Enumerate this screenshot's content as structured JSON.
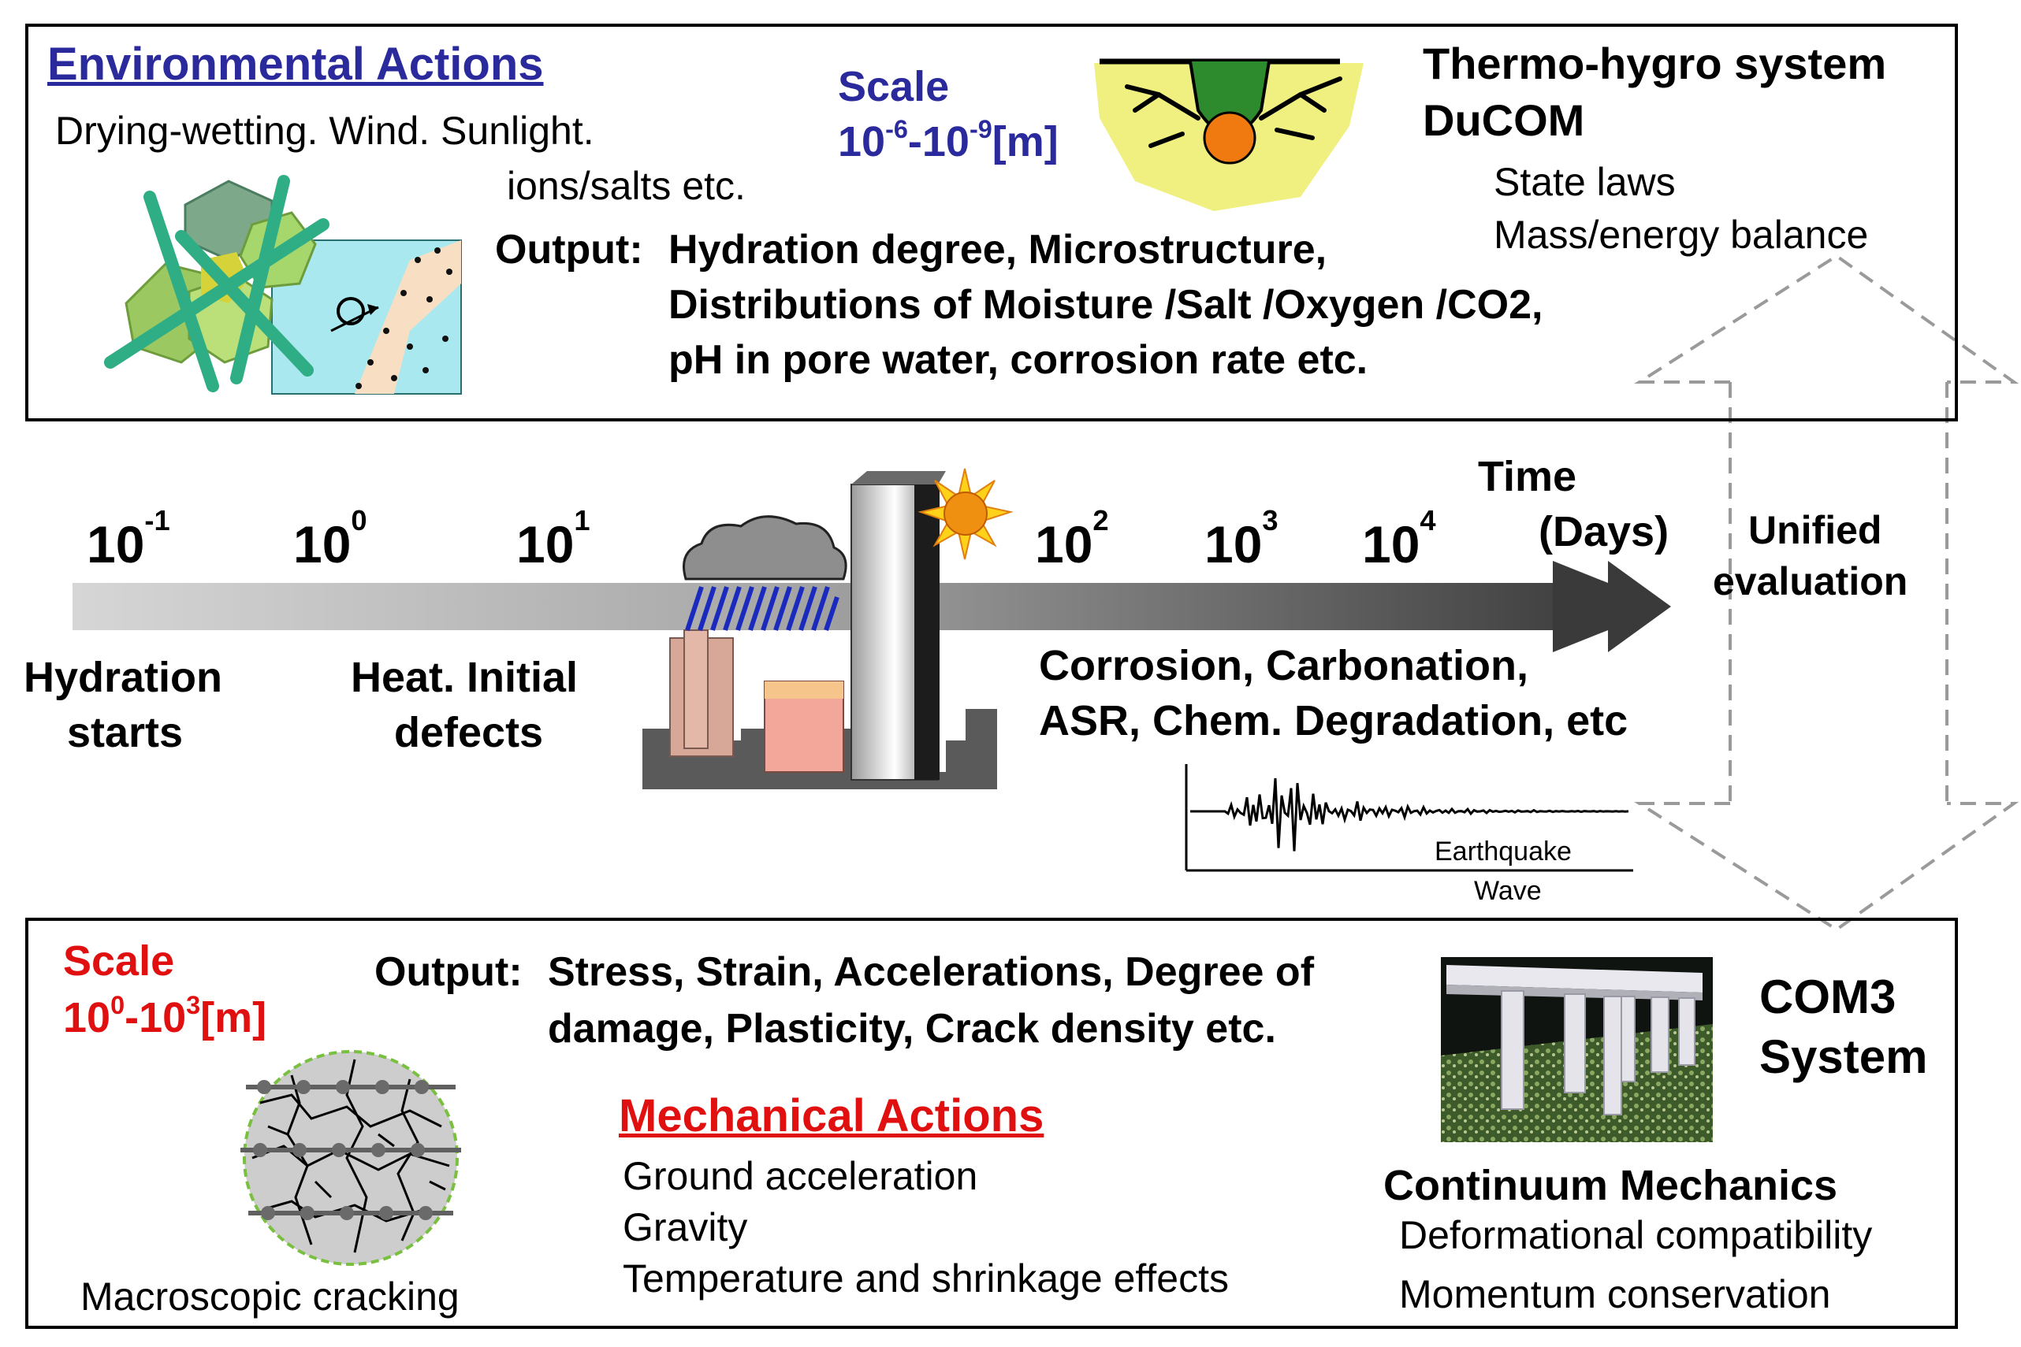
{
  "top_panel": {
    "title": "Environmental Actions",
    "actions_line1": "Drying-wetting. Wind. Sunlight.",
    "actions_line2": "ions/salts etc.",
    "scale_label": "Scale",
    "scale_range_base1": "10",
    "scale_range_exp1": "-6",
    "scale_range_sep": "-10",
    "scale_range_exp2": "-9",
    "scale_range_unit": "[m]",
    "system_line1": "Thermo-hygro system",
    "system_line2": "DuCOM",
    "law1": "State laws",
    "law2": "Mass/energy balance",
    "output_label": "Output:",
    "output_line1": "Hydration degree, Microstructure,",
    "output_line2": "Distributions of Moisture /Salt /Oxygen /CO2,",
    "output_line3": "pH in pore water, corrosion rate etc.",
    "accent_color": "#2a2a9c"
  },
  "timeline": {
    "time_label": "Time",
    "unit_label": "(Days)",
    "ticks": [
      {
        "base": "10",
        "exp": "-1"
      },
      {
        "base": "10",
        "exp": "0"
      },
      {
        "base": "10",
        "exp": "1"
      },
      {
        "base": "10",
        "exp": "2"
      },
      {
        "base": "10",
        "exp": "3"
      },
      {
        "base": "10",
        "exp": "4"
      }
    ],
    "event1_line1": "Hydration",
    "event1_line2": "starts",
    "event2_line1": "Heat. Initial",
    "event2_line2": "defects",
    "event3_line1": "Corrosion, Carbonation,",
    "event3_line2": "ASR, Chem. Degradation, etc",
    "quake_line1": "Earthquake",
    "quake_line2": "Wave"
  },
  "unified": {
    "line1": "Unified",
    "line2": "evaluation"
  },
  "bottom_panel": {
    "scale_label": "Scale",
    "scale_range_base1": "10",
    "scale_range_exp1": "0",
    "scale_range_sep": "-10",
    "scale_range_exp2": "3",
    "scale_range_unit": "[m]",
    "output_label": "Output:",
    "output_line1": "Stress, Strain, Accelerations, Degree of",
    "output_line2": "damage, Plasticity, Crack density etc.",
    "title": "Mechanical Actions",
    "action1": "Ground acceleration",
    "action2": "Gravity",
    "action3": "Temperature and shrinkage effects",
    "system_line1": "COM3",
    "system_line2": "System",
    "mech_title": "Continuum Mechanics",
    "mech1": "Deformational compatibility",
    "mech2": "Momentum conservation",
    "cracking_label": "Macroscopic cracking",
    "accent_color": "#e01010"
  }
}
